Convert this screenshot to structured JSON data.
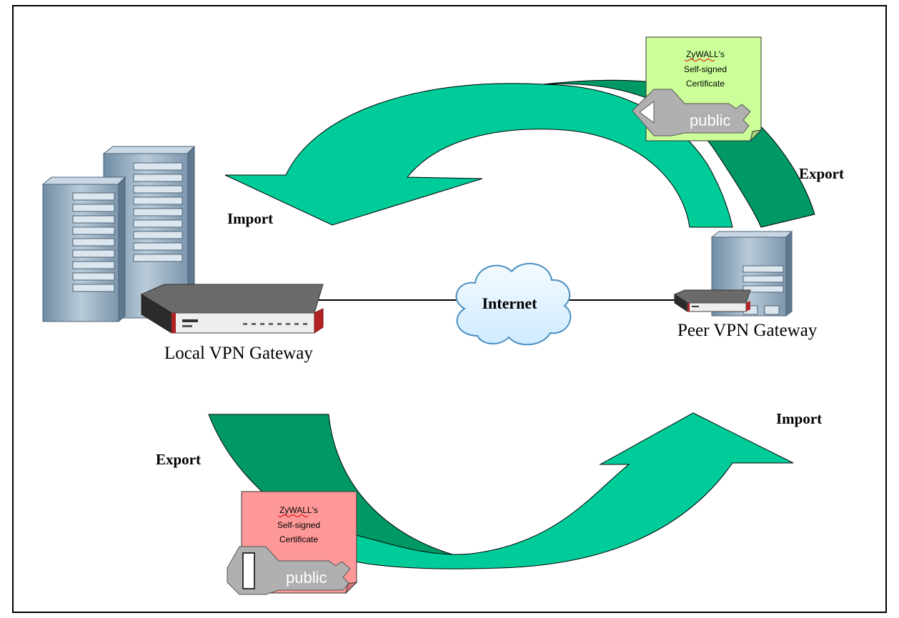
{
  "labels": {
    "import_top": "Import",
    "export_top": "Export",
    "export_bottom": "Export",
    "import_bottom": "Import",
    "internet": "Internet",
    "local_gateway": "Local VPN Gateway",
    "peer_gateway": "Peer VPN Gateway"
  },
  "certificates": {
    "peer": {
      "line1": "ZyWALL's",
      "line2": "Self-signed",
      "line3": "Certificate",
      "key_label": "public",
      "color": "#ccff99"
    },
    "local": {
      "line1": "ZyWALL's",
      "line2": "Self-signed",
      "line3": "Certificate",
      "key_label": "public",
      "color": "#ff9999"
    }
  },
  "colors": {
    "arrow_light": "#00cc99",
    "arrow_dark": "#009966",
    "cloud": "#dff3ff",
    "server": "#8fa9bf",
    "device_accent": "#b22222"
  }
}
